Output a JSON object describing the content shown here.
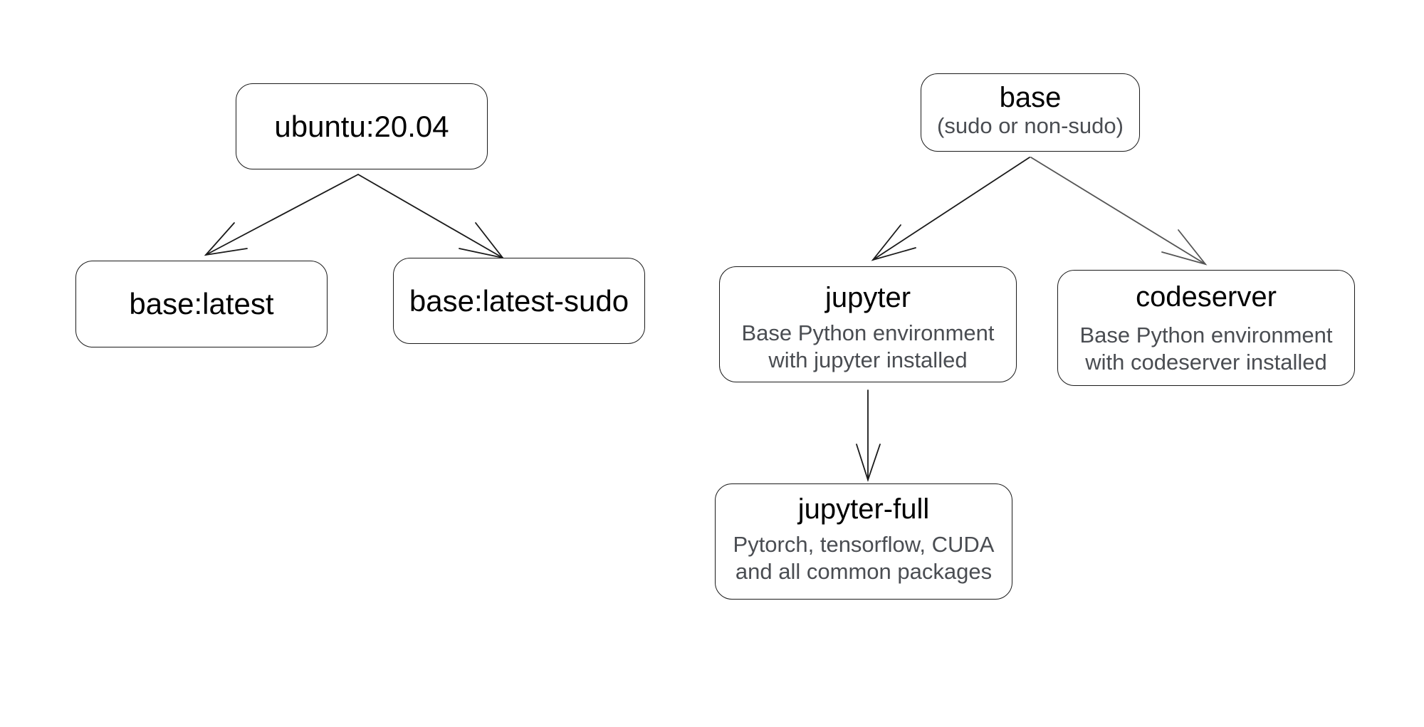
{
  "diagram": {
    "left_tree": {
      "root": "ubuntu:20.04",
      "children": [
        "base:latest",
        "base:latest-sudo"
      ]
    },
    "right_tree": {
      "root": {
        "title": "base",
        "subtitle": "(sudo or non-sudo)"
      },
      "jupyter": {
        "title": "jupyter",
        "description": [
          "Base Python environment",
          "with jupyter installed"
        ]
      },
      "codeserver": {
        "title": "codeserver",
        "description": [
          "Base Python environment",
          "with codeserver installed"
        ]
      },
      "jupyter_full": {
        "title": "jupyter-full",
        "description": [
          "Pytorch, tensorflow, CUDA",
          "and all common packages"
        ]
      }
    },
    "edges": [
      {
        "from": "ubuntu:20.04",
        "to": "base:latest"
      },
      {
        "from": "ubuntu:20.04",
        "to": "base:latest-sudo"
      },
      {
        "from": "base",
        "to": "jupyter"
      },
      {
        "from": "base",
        "to": "codeserver"
      },
      {
        "from": "jupyter",
        "to": "jupyter-full"
      }
    ],
    "colors": {
      "stroke": "#1a1a1a",
      "title_text": "#000000",
      "description_text": "#4a4d52",
      "background": "#ffffff"
    }
  }
}
